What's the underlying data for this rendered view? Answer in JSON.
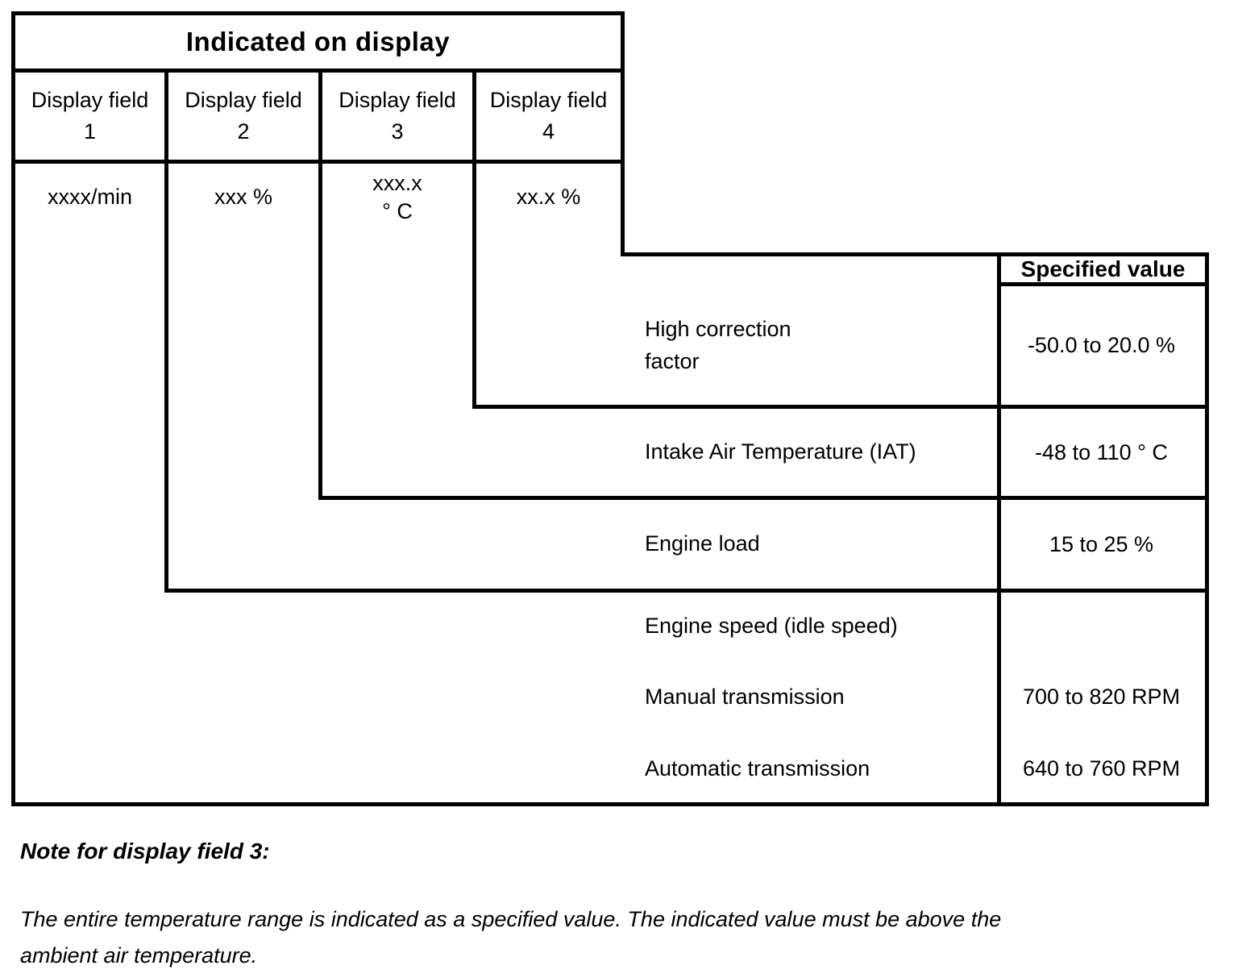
{
  "display_table": {
    "title": "Indicated on display",
    "fields": [
      {
        "name": "Display field",
        "number": "1",
        "value": "xxxx/min"
      },
      {
        "name": "Display field",
        "number": "2",
        "value": "xxx %"
      },
      {
        "name": "Display field",
        "number": "3",
        "value": "xxx.x\n° C"
      },
      {
        "name": "Display field",
        "number": "4",
        "value": "xx.x %"
      }
    ]
  },
  "spec_table": {
    "header": "Specified value",
    "rows": [
      {
        "label": "High correction\nfactor",
        "value": "-50.0 to 20.0 %"
      },
      {
        "label": "Intake Air Temperature (IAT)",
        "value": "-48 to 110 ° C"
      },
      {
        "label": "Engine load",
        "value": "15 to 25 %"
      },
      {
        "label": "Engine speed (idle speed)",
        "value": ""
      },
      {
        "label": "Manual transmission",
        "value": "700 to 820 RPM"
      },
      {
        "label": "Automatic transmission",
        "value": "640 to 760 RPM"
      }
    ]
  },
  "note": {
    "title": "Note for display field 3:",
    "body": "The entire temperature range is indicated as a specified value. The indicated value must be above the ambient air temperature."
  },
  "colors": {
    "ink": "#000000",
    "background": "#ffffff"
  }
}
